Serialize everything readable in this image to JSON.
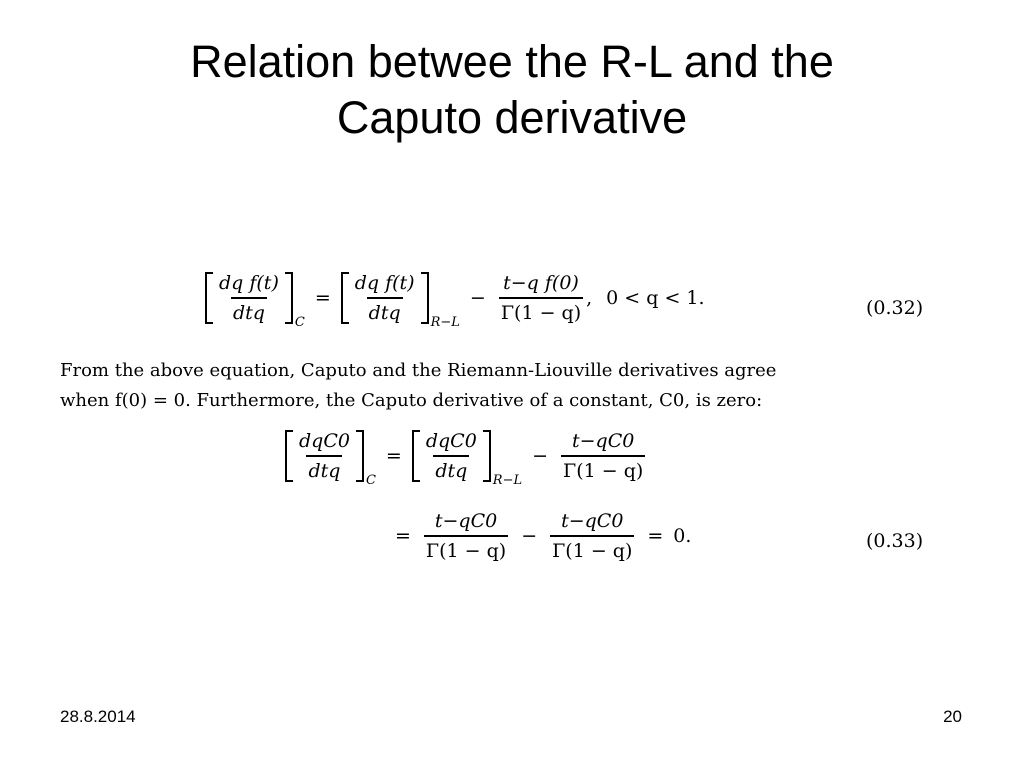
{
  "slide": {
    "title_line1": "Relation betwee the R-L and the",
    "title_line2": "Caputo derivative"
  },
  "equation_032": {
    "lhs_num": "dq f(t)",
    "lhs_den": "dtq",
    "lhs_sub": "C",
    "rhs_num": "dq f(t)",
    "rhs_den": "dtq",
    "rhs_sub": "R−L",
    "term_num": "t−q f(0)",
    "term_den": "Γ(1 − q)",
    "condition": "0 < q < 1.",
    "number": "(0.32)"
  },
  "paragraph": {
    "line1": "From the above equation, Caputo and the Riemann-Liouville derivatives agree",
    "line2": "when f(0) = 0. Furthermore, the Caputo derivative of a constant, C0, is zero:"
  },
  "equation_033": {
    "lhs_num": "dqC0",
    "lhs_den": "dtq",
    "lhs_sub": "C",
    "rhs_num": "dqC0",
    "rhs_den": "dtq",
    "rhs_sub": "R−L",
    "term_num": "t−qC0",
    "term_den": "Γ(1 − q)",
    "line2_num1": "t−qC0",
    "line2_den1": "Γ(1 − q)",
    "line2_num2": "t−qC0",
    "line2_den2": "Γ(1 − q)",
    "line2_result": "0.",
    "number": "(0.33)"
  },
  "footer": {
    "date": "28.8.2014",
    "page": "20"
  }
}
